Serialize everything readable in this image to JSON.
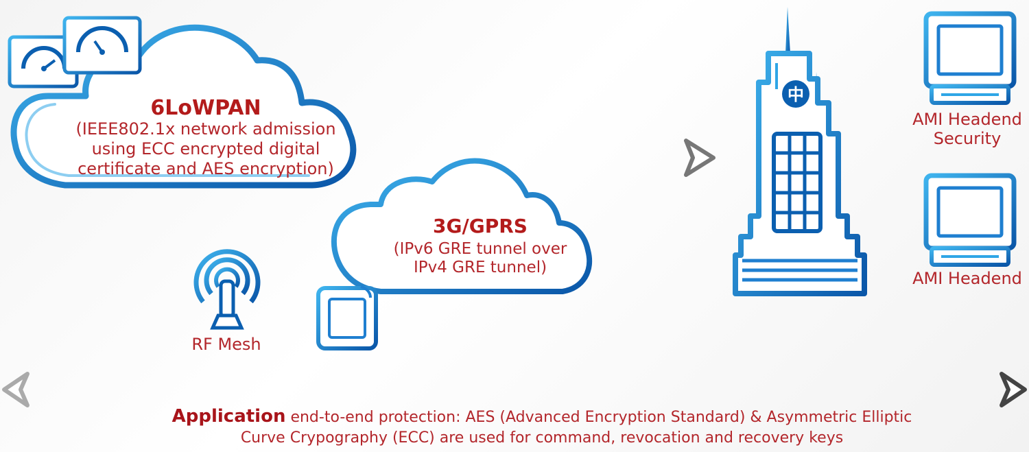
{
  "clouds": {
    "lowpan": {
      "title": "6LoWPAN",
      "description_lines": [
        "(IEEE802.1x network admission",
        "using ECC encrypted digital",
        "certificate and AES encryption)"
      ]
    },
    "gprs": {
      "title": "3G/GPRS",
      "description_lines": [
        "(IPv6 GRE tunnel over",
        "IPv4 GRE tunnel)"
      ]
    }
  },
  "rf_mesh": {
    "label": "RF Mesh"
  },
  "ami_headend_security": {
    "label_lines": [
      "AMI Headend",
      "Security"
    ]
  },
  "ami_headend": {
    "label": "AMI Headend"
  },
  "building_emblem": "中",
  "footer": {
    "lead": "Application",
    "rest_line1": " end-to-end protection: AES (Advanced Encryption Standard) & Asymmetric Elliptic",
    "line2": "Curve Crypography (ECC) are used for command, revocation and recovery keys"
  },
  "colors": {
    "blue_dark": "#0b5fb0",
    "blue_light": "#2fa6e6",
    "label_red": "#b3262b",
    "arrow_gray": "#5a5a5a"
  },
  "icons": [
    "meter-icon",
    "rf-antenna-icon",
    "router-icon",
    "building-icon",
    "monitor-icon"
  ]
}
